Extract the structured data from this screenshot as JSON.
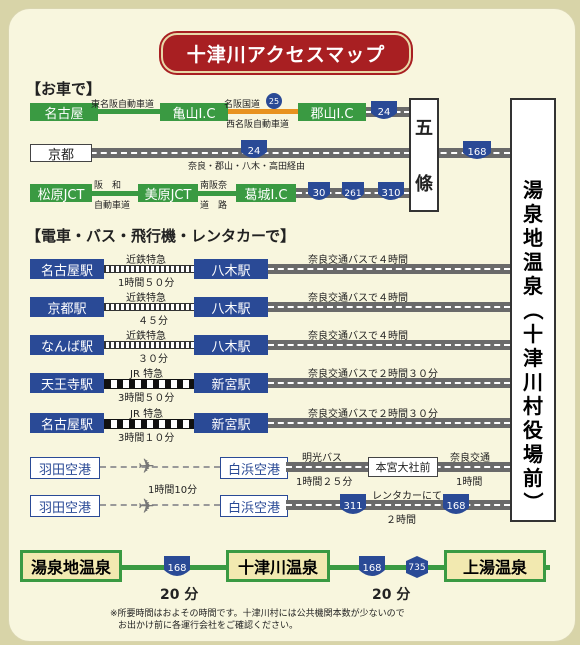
{
  "title": "十津川アクセスマップ",
  "car": {
    "header": "【お車で】",
    "row1": {
      "start": "名古屋",
      "route1": "東名阪自動車道",
      "via1": "亀山I.C",
      "route2_top": "名阪国道",
      "route2_bottom": "西名阪自動車道",
      "shield2": "25",
      "via2": "郡山I.C",
      "shield3": "24"
    },
    "row2": {
      "start": "京都",
      "shield1": "24",
      "route": "奈良・郡山・八木・高田経由",
      "shield_end": "168"
    },
    "row3": {
      "start": "松原JCT",
      "route1_a": "阪　和",
      "route1_b": "自動車道",
      "via1": "美原JCT",
      "route2_a": "南阪奈",
      "route2_b": "道　路",
      "via2": "葛城I.C",
      "shields": [
        "30",
        "261",
        "310"
      ]
    },
    "gojo": [
      "五",
      "條"
    ]
  },
  "train": {
    "header": "【電車・バス・飛行機・レンタカーで】",
    "rows": [
      {
        "start": "名古屋駅",
        "rail": "近鉄特急",
        "time": "1時間５０分",
        "via": "八木駅",
        "bus": "奈良交通バスで４時間"
      },
      {
        "start": "京都駅",
        "rail": "近鉄特急",
        "time": "４５分",
        "via": "八木駅",
        "bus": "奈良交通バスで４時間"
      },
      {
        "start": "なんば駅",
        "rail": "近鉄特急",
        "time": "３０分",
        "via": "八木駅",
        "bus": "奈良交通バスで４時間"
      },
      {
        "start": "天王寺駅",
        "rail": "JR 特急",
        "time": "3時間５０分",
        "via": "新宮駅",
        "bus": "奈良交通バスで２時間３０分"
      },
      {
        "start": "名古屋駅",
        "rail": "JR 特急",
        "time": "3時間１０分",
        "via": "新宮駅",
        "bus": "奈良交通バスで２時間３０分"
      }
    ],
    "air1": {
      "start": "羽田空港",
      "via": "白浜空港",
      "bus1": "明光バス",
      "bus1_time": "1時間２５分",
      "stop": "本宮大社前",
      "bus2": "奈良交通",
      "bus2_time": "1時間"
    },
    "air_time": "1時間10分",
    "air2": {
      "start": "羽田空港",
      "via": "白浜空港",
      "shield1": "311",
      "rent": "レンタカーにて",
      "rent_time": "２時間",
      "shield2": "168"
    }
  },
  "destination": "湯泉地温泉（十津川村役場前）",
  "bottom": {
    "left": "湯泉地温泉",
    "mid": "十津川温泉",
    "right": "上湯温泉",
    "time1": "20 分",
    "time2": "20 分",
    "shield1": "168",
    "shield2": "168",
    "shield3": "735"
  },
  "note_line1": "※所要時間はおよその時間です。十津川村には公共機関本数が少ないので",
  "note_line2": "お出かけ前に各運行会社をご確認ください。",
  "colors": {
    "title_bg": "#a81f22",
    "green": "#3a9a42",
    "blue": "#2a4a96",
    "shield": "#2a4a96"
  }
}
